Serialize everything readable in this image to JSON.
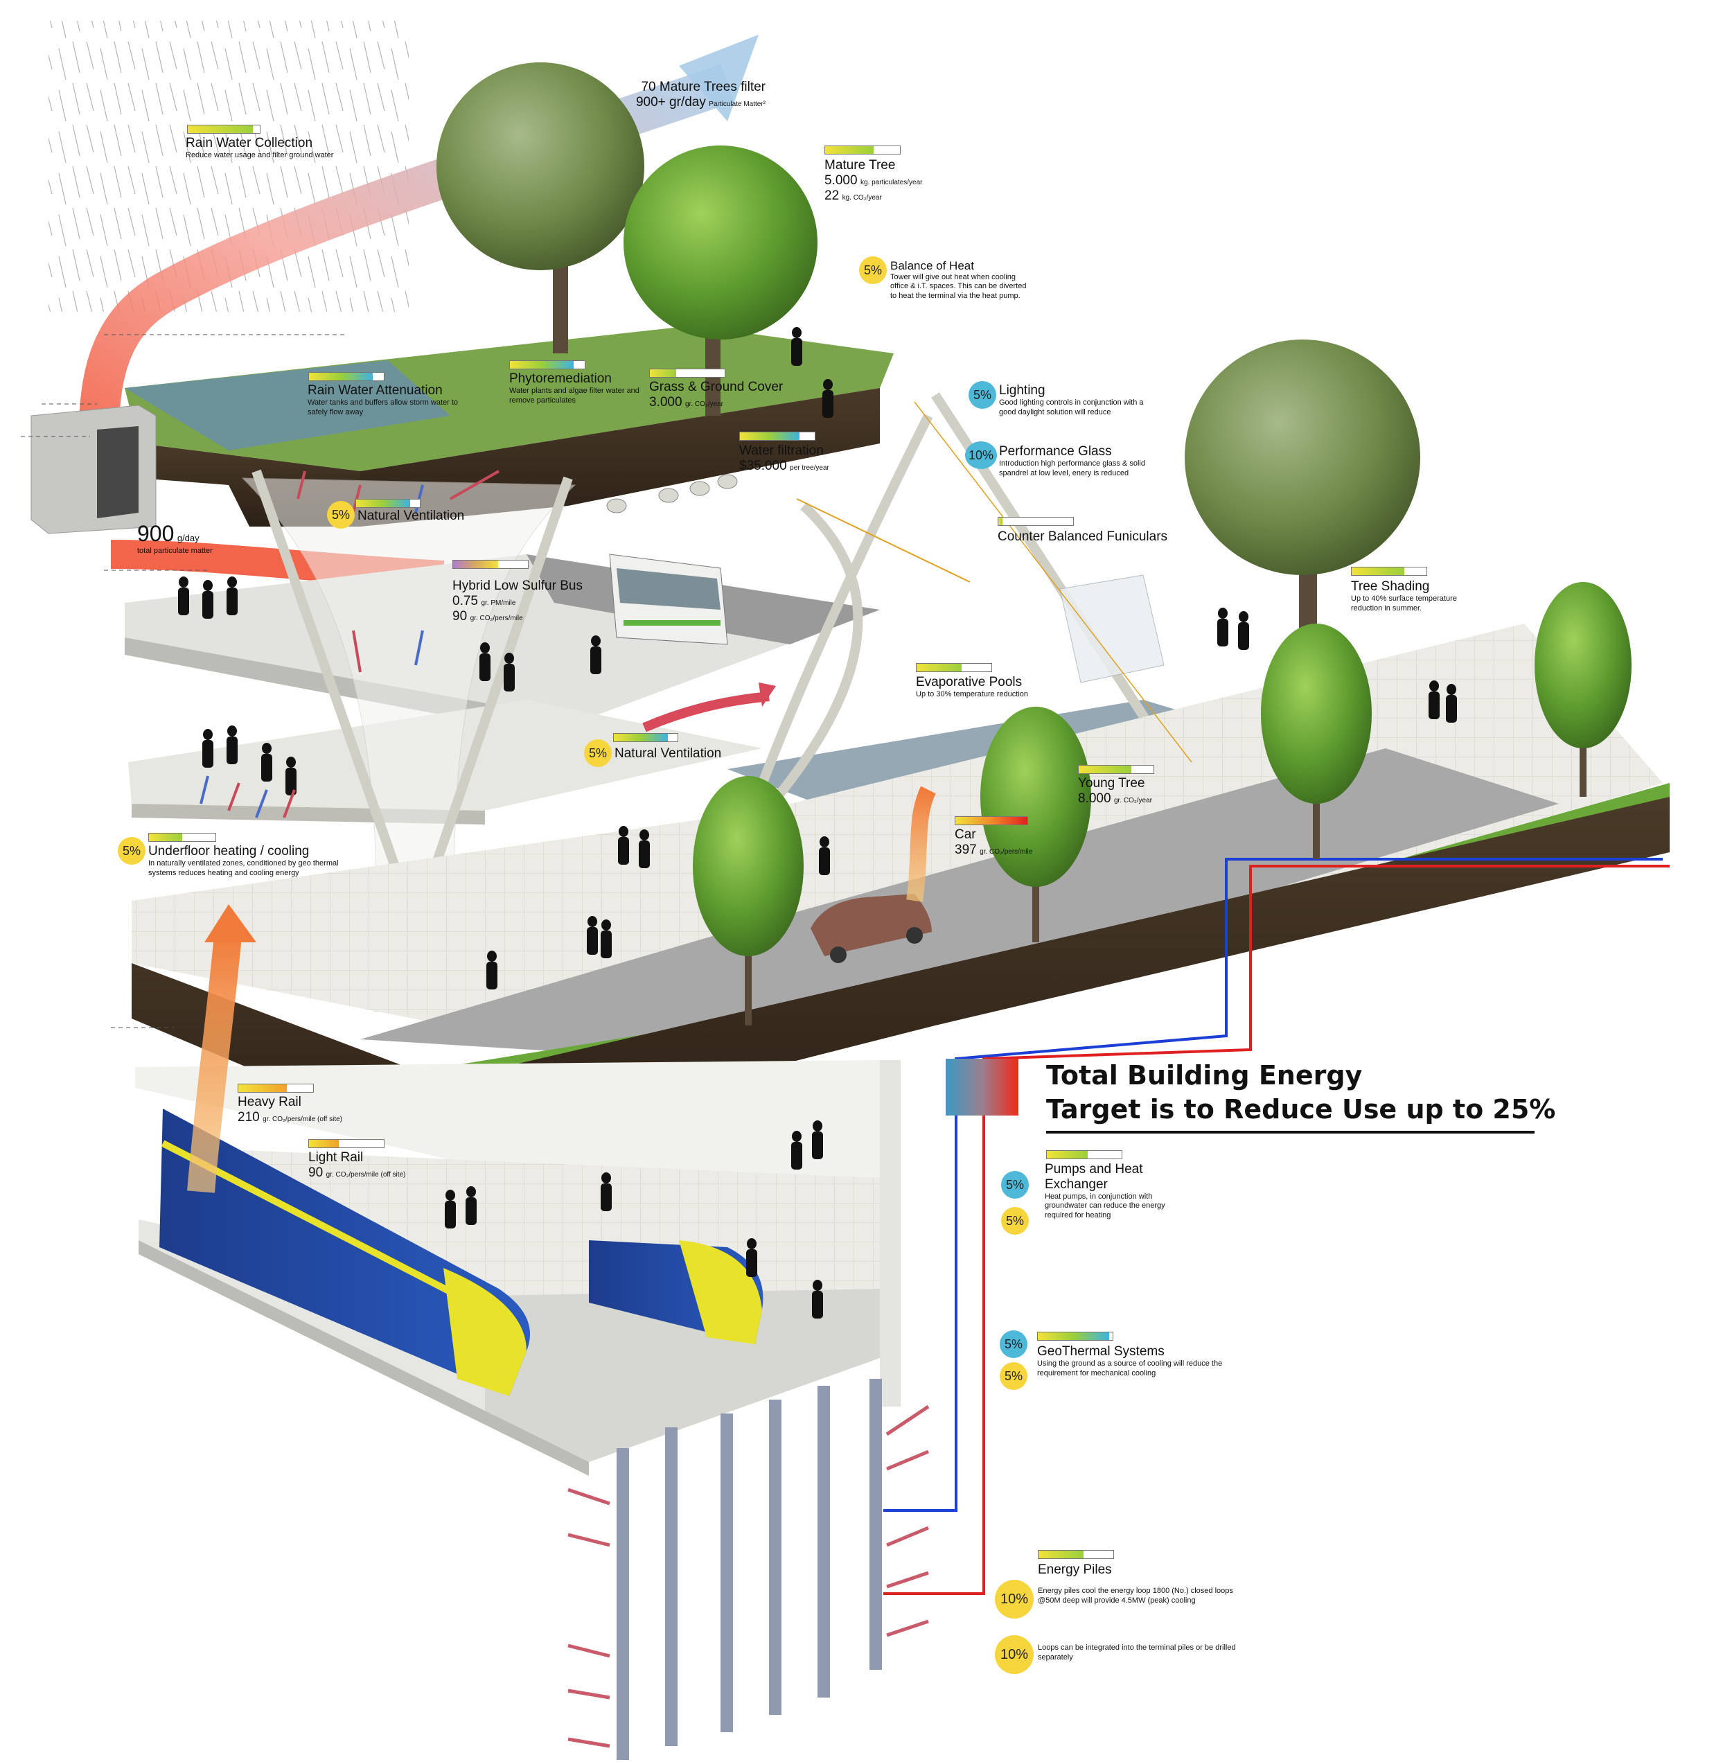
{
  "colors": {
    "bar_gradient_start": "#f2e23a",
    "bar_gradient_mid": "#9bcf3b",
    "bar_gradient_cool": "#3fb2e0",
    "badge_yellow": "#f6d63c",
    "badge_blue": "#4db8d8",
    "energy_red": "#e02020",
    "energy_blue": "#1c3fd6"
  },
  "labels": {
    "trees_filter_1": "70 Mature Trees filter",
    "trees_filter_2": "900+ gr/day",
    "trees_filter_3": "Particulate Matter²",
    "rain_collection_title": "Rain Water Collection",
    "rain_collection_desc": "Reduce water usage and filter ground water",
    "mature_tree_title": "Mature Tree",
    "mature_tree_v1": "5.000",
    "mature_tree_u1": "kg. particulates/year",
    "mature_tree_v2": "22",
    "mature_tree_u2": "kg. CO₂/year",
    "balance_badge": "5%",
    "balance_title": "Balance of Heat",
    "balance_desc": "Tower will give out heat when cooling office & i.T. spaces. This can be diverted to heat the terminal via the heat pump.",
    "attenuation_title": "Rain Water Attenuation",
    "attenuation_desc": "Water tanks and buffers allow storm water to safely flow away",
    "phyto_title": "Phytoremediation",
    "phyto_desc": "Water plants and algae filter water and remove particulates",
    "grass_title": "Grass & Ground Cover",
    "grass_v": "3.000",
    "grass_u": "gr. CO₂/year",
    "lighting_badge": "5%",
    "lighting_title": "Lighting",
    "lighting_desc": "Good lighting controls in conjunction with a good daylight solution will reduce",
    "glass_badge": "10%",
    "glass_title": "Performance Glass",
    "glass_desc": "Introduction high performance glass & solid spandrel at low level, enery is reduced",
    "water_filtration_title": "Water filtration",
    "water_filtration_v": "$35.000",
    "water_filtration_u": "per tree/year",
    "particulate_v": "900",
    "particulate_u": "g/day",
    "particulate_desc": "total particulate matter",
    "nat_vent_top_badge": "5%",
    "nat_vent_top_title": "Natural Ventilation",
    "funiculars_title": "Counter Balanced Funiculars",
    "tree_shading_title": "Tree Shading",
    "tree_shading_desc": "Up to 40% surface temperature reduction in summer.",
    "bus_title": "Hybrid Low Sulfur Bus",
    "bus_v1": "0.75",
    "bus_u1": "gr. PM/mile",
    "bus_v2": "90",
    "bus_u2": "gr. CO₂/pers/mile",
    "pools_title": "Evaporative Pools",
    "pools_desc": "Up to 30% temperature reduction",
    "nat_vent_mid_badge": "5%",
    "nat_vent_mid_title": "Natural Ventilation",
    "young_tree_title": "Young Tree",
    "young_tree_v": "8.000",
    "young_tree_u": "gr. CO₂/year",
    "car_title": "Car",
    "car_v": "397",
    "car_u": "gr. CO₂/pers/mile",
    "underfloor_badge": "5%",
    "underfloor_title": "Underfloor heating / cooling",
    "underfloor_desc": "In naturally ventilated zones, conditioned by geo thermal systems reduces heating and cooling energy",
    "total_l1": "Total Building Energy",
    "total_l2": "Target is to Reduce Use up to 25%",
    "heavy_rail_title": "Heavy Rail",
    "heavy_rail_v": "210",
    "heavy_rail_u": "gr. CO₂/pers/mile (off site)",
    "light_rail_title": "Light Rail",
    "light_rail_v": "90",
    "light_rail_u": "gr. CO₂/pers/mile (off site)",
    "pumps_title": "Pumps and Heat Exchanger",
    "pumps_badge_1": "5%",
    "pumps_badge_2": "5%",
    "pumps_desc": "Heat pumps, in conjunction with groundwater can reduce the energy required for heating",
    "geo_badge_1": "5%",
    "geo_badge_2": "5%",
    "geo_title": "GeoThermal Systems",
    "geo_desc": "Using the ground as a source of cooling will reduce the requirement for mechanical cooling",
    "piles_title": "Energy Piles",
    "piles_badge_1": "10%",
    "piles_desc_1": "Energy piles cool the energy loop 1800 (No.) closed loops @50M deep will provide 4.5MW (peak) cooling",
    "piles_badge_2": "10%",
    "piles_desc_2": "Loops can be integrated into the terminal piles or be drilled separately"
  },
  "bars": {
    "rain_collection": 0.9,
    "mature_tree": 0.65,
    "attenuation": 0.85,
    "phyto": 0.85,
    "grass": 0.35,
    "water_filtration": 0.8,
    "nat_vent_top": 0.85,
    "funiculars": 0.06,
    "tree_shading": 0.7,
    "bus": 0.6,
    "pools": 0.6,
    "nat_vent_mid": 0.85,
    "young_tree": 0.7,
    "car": 1.0,
    "underfloor": 0.5,
    "heavy_rail": 0.65,
    "light_rail": 0.4,
    "pumps": 0.55,
    "geo": 0.95,
    "piles": 0.6
  }
}
